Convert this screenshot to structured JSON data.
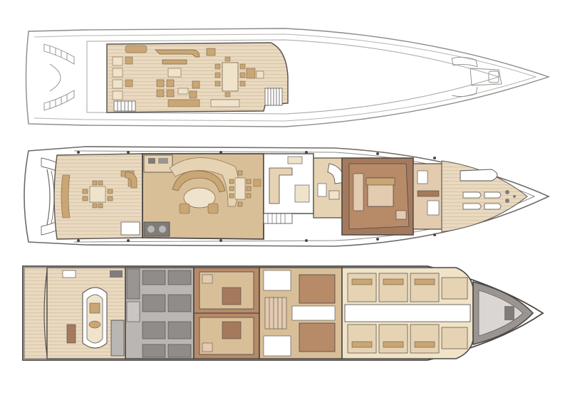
{
  "diagram": {
    "type": "yacht-general-arrangement",
    "decks": [
      {
        "id": "sun-deck"
      },
      {
        "id": "main-deck"
      },
      {
        "id": "lower-deck"
      }
    ],
    "colors": {
      "outline": "#6e6a66",
      "hull_line": "#9a9591",
      "teak": "#e9d9c0",
      "teak_plank": "#d8c3a2",
      "salon": "#d9bf98",
      "salon_light": "#e6d3b3",
      "furniture": "#c9a674",
      "furniture_light": "#efe3cc",
      "master_dark": "#a57a5c",
      "cabin_mid": "#b78a68",
      "cabin_light": "#e3cbb0",
      "crew": "#f0e3c8",
      "tender_bay": "#b9b6b4",
      "tender_dark": "#8f8c8a",
      "gray_fixture": "#7f7c7a",
      "wall": "#4b4745"
    }
  }
}
